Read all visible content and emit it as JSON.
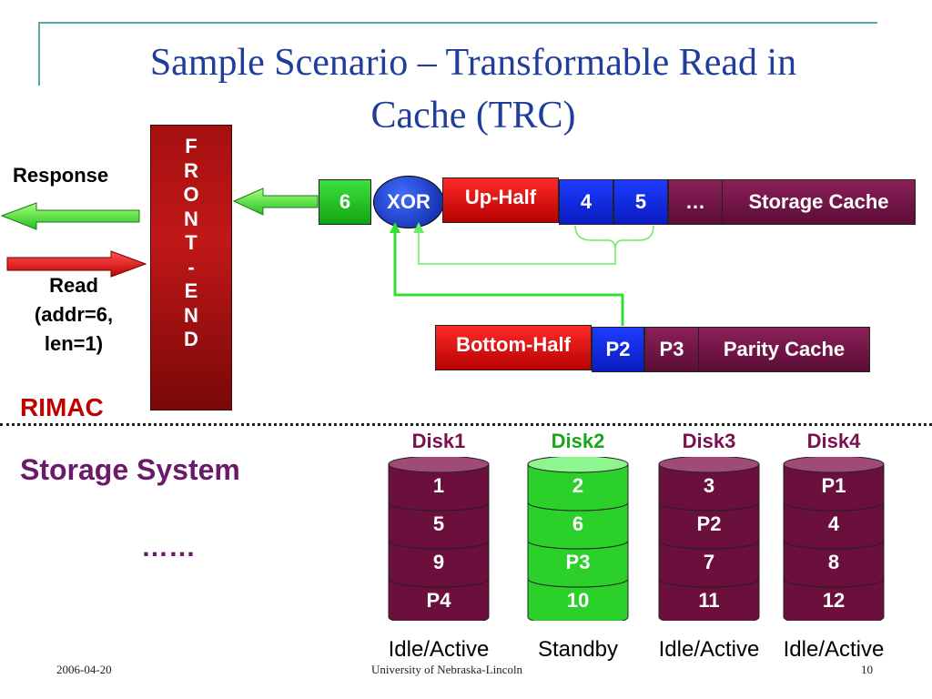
{
  "title_line1": "Sample Scenario – Transformable Read in",
  "title_line2": "Cache (TRC)",
  "front_end_letters": [
    "F",
    "R",
    "O",
    "N",
    "T",
    "-",
    "E",
    "N",
    "D"
  ],
  "response_label": "Response",
  "read_label_1": "Read",
  "read_label_2": "(addr=6,",
  "read_label_3": "len=1)",
  "rimac_label": "RIMAC",
  "storage_system_label": "Storage System",
  "ellipsis_label": "……",
  "storage_cache": {
    "result": "6",
    "xor": "XOR",
    "up_half": "Up-Half",
    "items": [
      "4",
      "5",
      "…"
    ],
    "label": "Storage Cache"
  },
  "parity_cache": {
    "bottom_half": "Bottom-Half",
    "items": [
      "P2",
      "P3"
    ],
    "label": "Parity Cache"
  },
  "disks": [
    {
      "name": "Disk1",
      "blocks": [
        "1",
        "5",
        "9",
        "P4"
      ],
      "status": "Idle/Active",
      "color": "#6b0f3c",
      "label_color": "#7a1050"
    },
    {
      "name": "Disk2",
      "blocks": [
        "2",
        "6",
        "P3",
        "10"
      ],
      "status": "Standby",
      "color": "#2bd02b",
      "label_color": "#1aa51a"
    },
    {
      "name": "Disk3",
      "blocks": [
        "3",
        "P2",
        "7",
        "11"
      ],
      "status": "Idle/Active",
      "color": "#6b0f3c",
      "label_color": "#7a1050"
    },
    {
      "name": "Disk4",
      "blocks": [
        "P1",
        "4",
        "8",
        "12"
      ],
      "status": "Idle/Active",
      "color": "#6b0f3c",
      "label_color": "#7a1050"
    }
  ],
  "footer": {
    "date": "2006-04-20",
    "org": "University of Nebraska-Lincoln",
    "page": "10"
  }
}
